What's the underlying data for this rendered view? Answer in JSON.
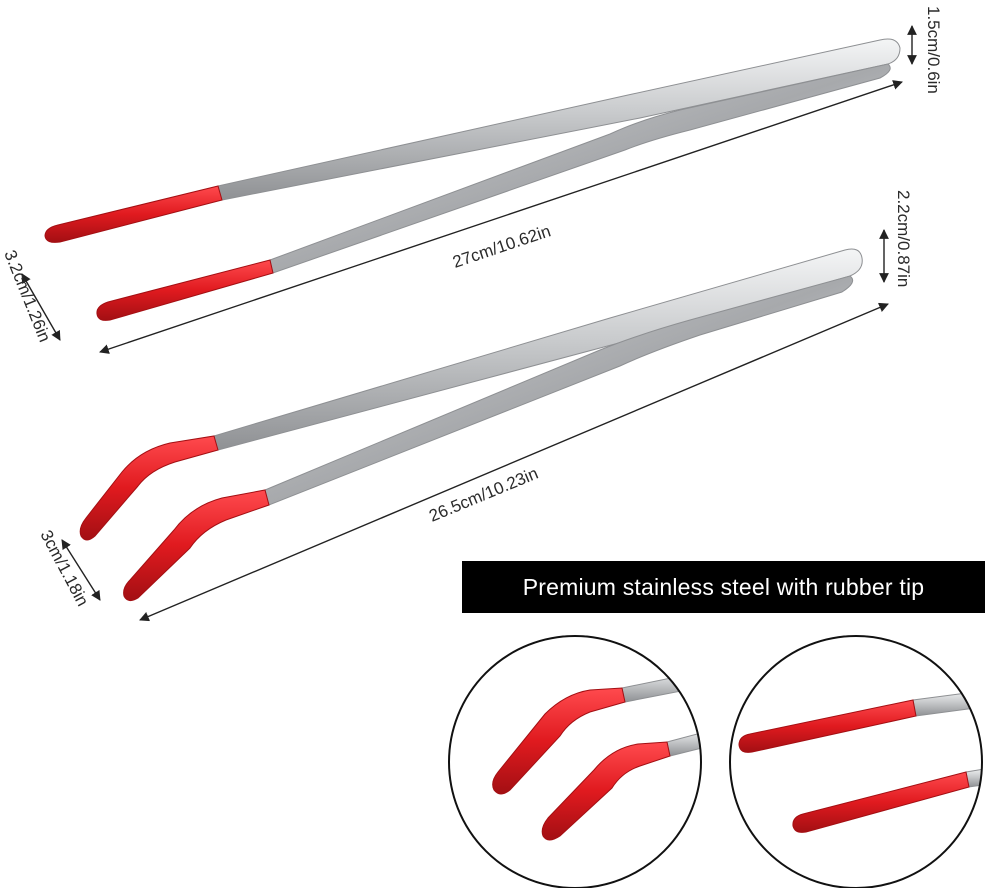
{
  "product": {
    "straight_tweezers": {
      "length_label": "27cm/10.62in",
      "tip_width_label": "1.5cm/0.6in",
      "opening_label": "3.2cm/1.26in"
    },
    "curved_tweezers": {
      "length_label": "26.5cm/10.23in",
      "tip_width_label": "2.2cm/0.87in",
      "opening_label": "3cm/1.18in"
    },
    "banner_text": "Premium stainless steel with rubber tip"
  },
  "colors": {
    "steel": "#c8cacc",
    "steel_dark": "#8e9093",
    "rubber": "#e01a1f",
    "rubber_dark": "#a30f13",
    "banner_bg": "#000000",
    "banner_text": "#ffffff"
  },
  "icons": {
    "dimension_arrow": "double-headed-arrow-icon",
    "detail_lens": "magnifier-circle-icon"
  }
}
